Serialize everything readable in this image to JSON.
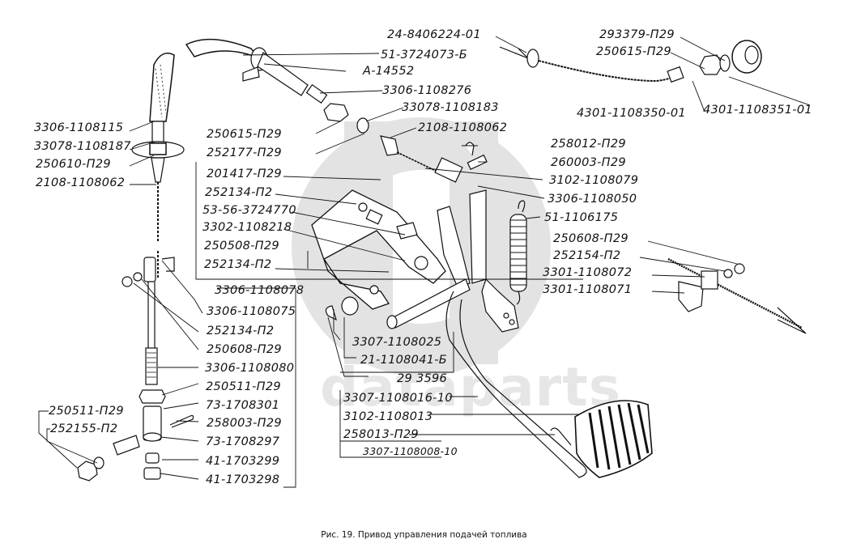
{
  "figure": {
    "caption": "Рис. 19. Привод управления подачей топлива",
    "watermark_text": "dataparts",
    "watermark_color": "#e0e0e0",
    "line_color": "#111111"
  },
  "labels": {
    "l01": "24-8406224-01",
    "l02": "51-3724073-Б",
    "l03": "А-14552",
    "l04": "3306-1108276",
    "l05": "33078-1108183",
    "l06": "2108-1108062",
    "l07": "250615-П29",
    "l08": "252177-П29",
    "l09": "3306-1108115",
    "l10": "33078-1108187",
    "l11": "250610-П29",
    "l12": "2108-1108062",
    "l13": "293379-П29",
    "l14": "250615-П29",
    "l15": "4301-1108350-01",
    "l16": "4301-1108351-01",
    "l17": "258012-П29",
    "l18": "260003-П29",
    "l19": "3102-1108079",
    "l20": "3306-1108050",
    "l21": "51-1106175",
    "l22": "250608-П29",
    "l23": "252154-П2",
    "l24": "3301-1108072",
    "l25": "3301-1108071",
    "l26": "201417-П29",
    "l27": "252134-П2",
    "l28": "53-56-3724770",
    "l29": "3302-1108218",
    "l30": "250508-П29",
    "l31": "252134-П2",
    "l32": "3306-1108078",
    "l33": "3306-1108075",
    "l34": "252134-П2",
    "l35": "250608-П29",
    "l36": "3306-1108080",
    "l37": "250511-П29",
    "l38": "73-1708301",
    "l39": "258003-П29",
    "l40": "73-1708297",
    "l41": "41-1703299",
    "l42": "41-1703298",
    "l43": "250511-П29",
    "l44": "252155-П2",
    "l45": "3307-1108025",
    "l46": "21-1108041-Б",
    "l47": "29 3596",
    "l48": "3307-1108016-10",
    "l49": "3102-1108013",
    "l50": "258013-П29",
    "l51": "3307-1108008-10"
  }
}
